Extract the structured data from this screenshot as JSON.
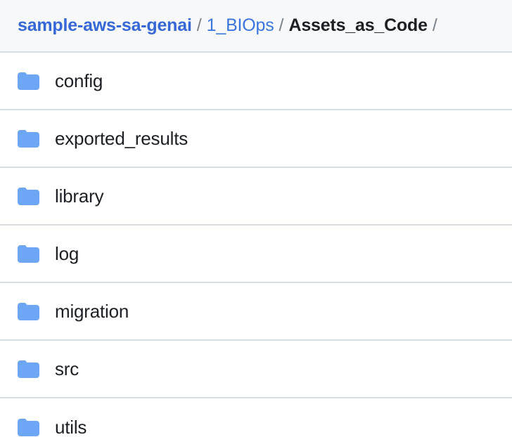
{
  "breadcrumb": {
    "name": "repository-breadcrumb",
    "separator": "/",
    "segments": [
      {
        "label": "sample-aws-sa-genai",
        "type": "repo-link"
      },
      {
        "label": "1_BIOps",
        "type": "link"
      },
      {
        "label": "Assets_as_Code",
        "type": "current"
      }
    ],
    "trailing_separator": "/"
  },
  "colors": {
    "repo_link": "#3567d6",
    "link": "#3b75e0",
    "current": "#1c2024",
    "separator": "#7a828b",
    "header_bg": "#f6f8fa",
    "row_border": "#d6dde4",
    "folder_icon": "#6da6f5",
    "row_bg": "#ffffff"
  },
  "file_list": {
    "name": "directory-listing",
    "entries": [
      {
        "name": "config",
        "type": "folder",
        "icon": "folder-icon"
      },
      {
        "name": "exported_results",
        "type": "folder",
        "icon": "folder-icon"
      },
      {
        "name": "library",
        "type": "folder",
        "icon": "folder-icon"
      },
      {
        "name": "log",
        "type": "folder",
        "icon": "folder-icon"
      },
      {
        "name": "migration",
        "type": "folder",
        "icon": "folder-icon"
      },
      {
        "name": "src",
        "type": "folder",
        "icon": "folder-icon"
      },
      {
        "name": "utils",
        "type": "folder",
        "icon": "folder-icon"
      }
    ]
  }
}
